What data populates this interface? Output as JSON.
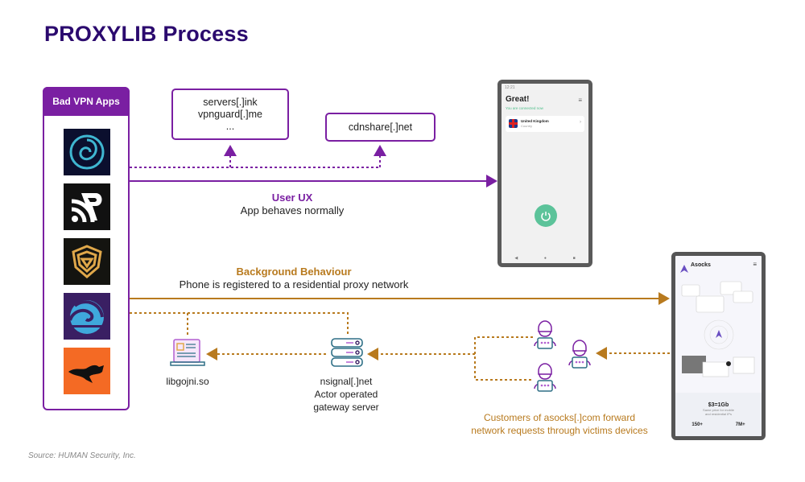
{
  "title": "PROXYLIB Process",
  "apps_panel": {
    "header": "Bad VPN Apps",
    "apps": [
      {
        "icon": "spiral-app-icon",
        "bg": "#0b0f2e",
        "fg": "#3fb6d1"
      },
      {
        "icon": "rss-p-app-icon",
        "bg": "#111111",
        "fg": "#ffffff"
      },
      {
        "icon": "shield-maze-app-icon",
        "bg": "#141410",
        "fg": "#e0a84a"
      },
      {
        "icon": "wave-app-icon",
        "bg": "#3a1f63",
        "fg": "#3fa8dc"
      },
      {
        "icon": "fox-app-icon",
        "bg": "#f46a24",
        "fg": "#111111"
      }
    ]
  },
  "domains": {
    "box1": [
      "servers[.]ink",
      "vpnguard[.]me",
      "..."
    ],
    "box2": [
      "cdnshare[.]net"
    ]
  },
  "user_ux": {
    "heading": "User UX",
    "text": "App behaves normally"
  },
  "background": {
    "heading": "Background Behaviour",
    "text": "Phone is registered to a residential proxy network"
  },
  "vpn_phone": {
    "status_time": "12:21",
    "heading": "Great!",
    "subtext": "You are connected now",
    "country_name": "United Kingdom",
    "country_sub": "Country"
  },
  "asocks_phone": {
    "brand": "Asocks",
    "price": "$3=1Gb",
    "price_sub_1": "Same price for mobile",
    "price_sub_2": "and residential IPs",
    "stat1": "150+",
    "stat2": "7M+"
  },
  "nodes": {
    "library": "libgojni.so",
    "gateway": [
      "nsignal[.]net",
      "Actor operated",
      "gateway server"
    ],
    "customers_caption": [
      "Customers of asocks[.]com forward",
      "network requests through victims devices"
    ]
  },
  "source": "Source: HUMAN Security, Inc.",
  "colors": {
    "purple": "#7a1fa2",
    "title": "#2b0a6e",
    "gold": "#b87a1e",
    "teal": "#2e6f86",
    "green_button": "#5cc39a"
  }
}
